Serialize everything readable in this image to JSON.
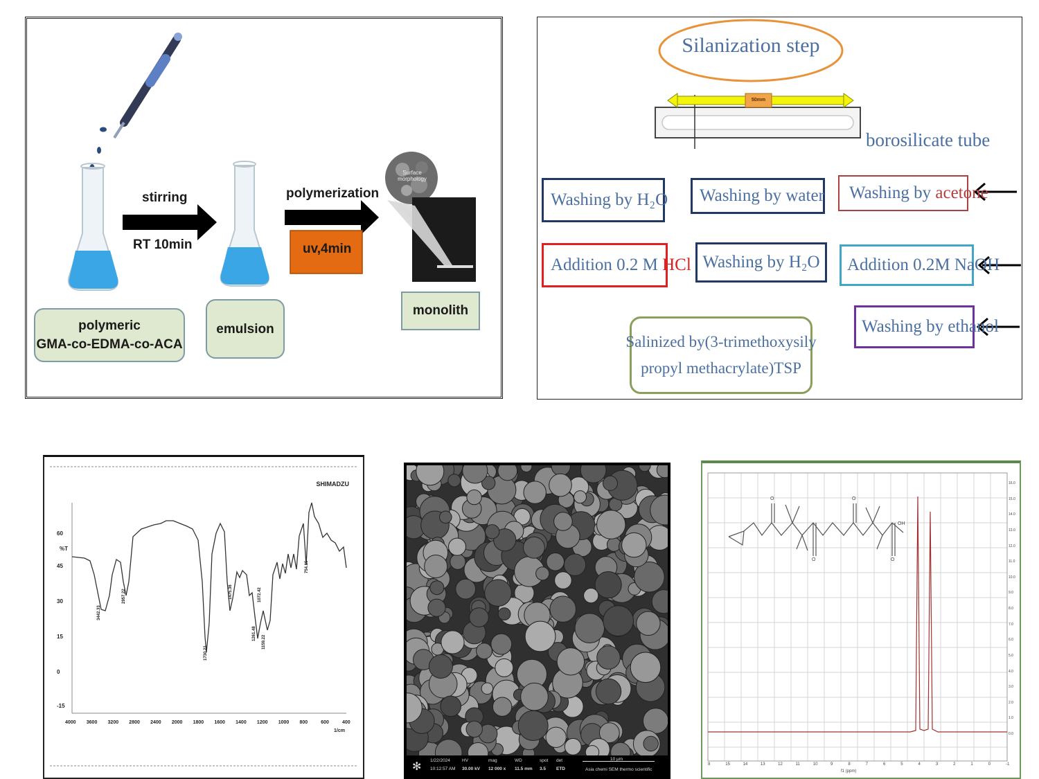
{
  "synthesis": {
    "stirring": "stirring",
    "rt": "RT 10min",
    "polymerization": "polymerization",
    "uv": "uv,4min",
    "polymeric_line1": "polymeric",
    "polymeric_line2": "GMA-co-EDMA-co-ACA",
    "emulsion": "emulsion",
    "monolith": "monolith",
    "surface": "Surface morphology"
  },
  "silanization": {
    "title": "Silanization step",
    "tube_label": "borosilicate tube",
    "length_tag": "50mm",
    "steps": {
      "wash_h2o_1": "Washing by H₂O",
      "wash_water": "Washing by water",
      "wash_acetone_prefix": "Washing by ",
      "wash_acetone_word": "acetone",
      "add_hcl_prefix": "Addition 0.2 M ",
      "add_hcl_word": "HCl",
      "wash_h2o_2": "Washing by H₂O",
      "add_naoh_prefix": "Addition 0.2M ",
      "add_naoh_word": "NaOH",
      "wash_ethanol": "Washing by ethanol",
      "salinized_line1": "Salinized by(3-trimethoxysily",
      "salinized_line2": "propyl methacrylate)TSP"
    }
  },
  "ftir": {
    "brand": "SHIMADZU",
    "yunit": "%T",
    "xunit": "1/cm",
    "yticks": [
      "60",
      "45",
      "30",
      "15",
      "0",
      "-15"
    ],
    "xticks": [
      "4000",
      "3600",
      "3200",
      "2800",
      "2400",
      "2000",
      "1800",
      "1600",
      "1400",
      "1200",
      "1000",
      "800",
      "600",
      "400"
    ],
    "peaks": [
      "3442.33",
      "2957.22",
      "1730.21",
      "1475.36",
      "1261.48",
      "1159.22",
      "1072.42",
      "754.15"
    ]
  },
  "sem": {
    "date": "1/22/2024",
    "time": "10:12:57 AM",
    "hv": "30.00 kV",
    "mag": "12 000 x",
    "wd": "11.5 mm",
    "spot": "3.5",
    "det": "ETD",
    "scale": "10 μm",
    "lab": "Asia chemi SEM thermo scientific",
    "headers": [
      "HV",
      "mag",
      "WD",
      "spot",
      "det"
    ]
  },
  "nmr": {
    "xlabel": "f1 (ppm)",
    "xticks": [
      "8",
      "15",
      "14",
      "13",
      "12",
      "11",
      "10",
      "9",
      "8",
      "7",
      "6",
      "5",
      "4",
      "3",
      "2",
      "1",
      "0",
      "-1"
    ],
    "yticks": [
      "16.0",
      "15.0",
      "14.0",
      "13.0",
      "12.0",
      "11.0",
      "10.0",
      "9.0",
      "8.0",
      "7.0",
      "6.0",
      "5.0",
      "4.0",
      "3.0",
      "2.0",
      "1.0",
      "0.0"
    ],
    "oh": "OH",
    "o": "O"
  }
}
